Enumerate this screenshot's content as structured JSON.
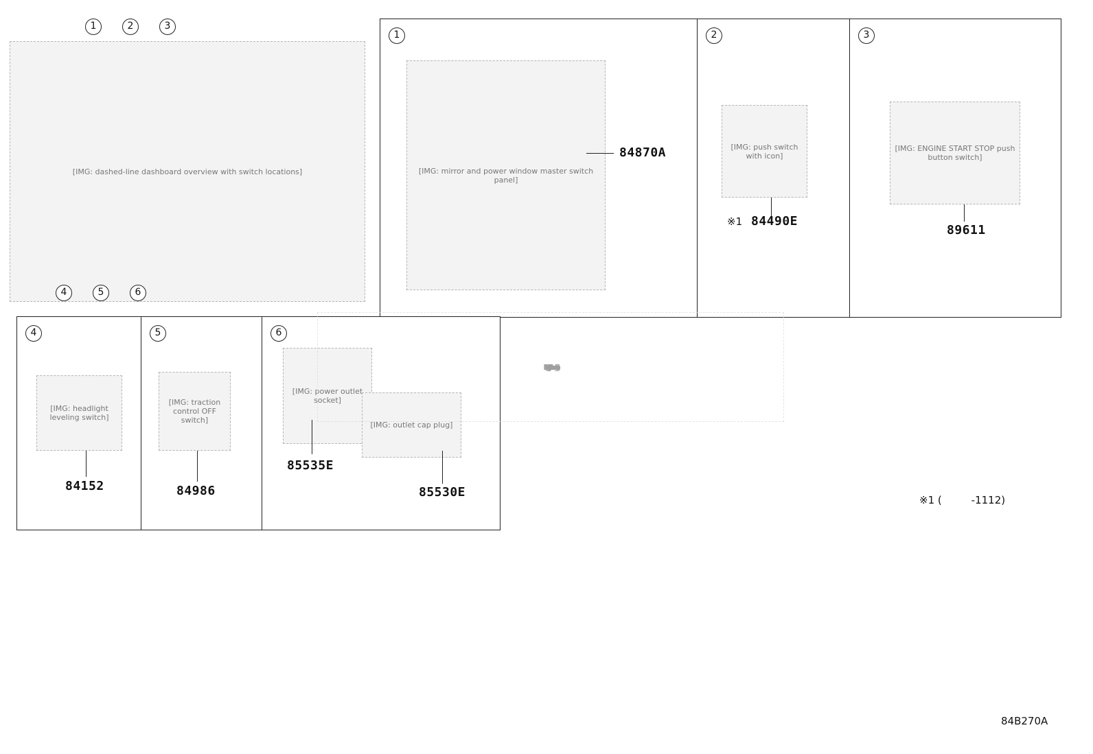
{
  "dashboard": {
    "callouts": [
      "1",
      "2",
      "3",
      "4",
      "5",
      "6"
    ]
  },
  "panels": [
    {
      "num": "1",
      "parts": [
        "84870A"
      ]
    },
    {
      "num": "2",
      "parts": [
        "84490E"
      ],
      "note_prefix": "※1"
    },
    {
      "num": "3",
      "parts": [
        "89611"
      ]
    },
    {
      "num": "4",
      "parts": [
        "84152"
      ]
    },
    {
      "num": "5",
      "parts": [
        "84986"
      ]
    },
    {
      "num": "6",
      "parts": [
        "85535E",
        "85530E"
      ]
    }
  ],
  "footnote": {
    "mark": "※1",
    "text": "(         -1112)"
  },
  "diagram_code": "84B270A",
  "watermark": "ٰٰ"
}
